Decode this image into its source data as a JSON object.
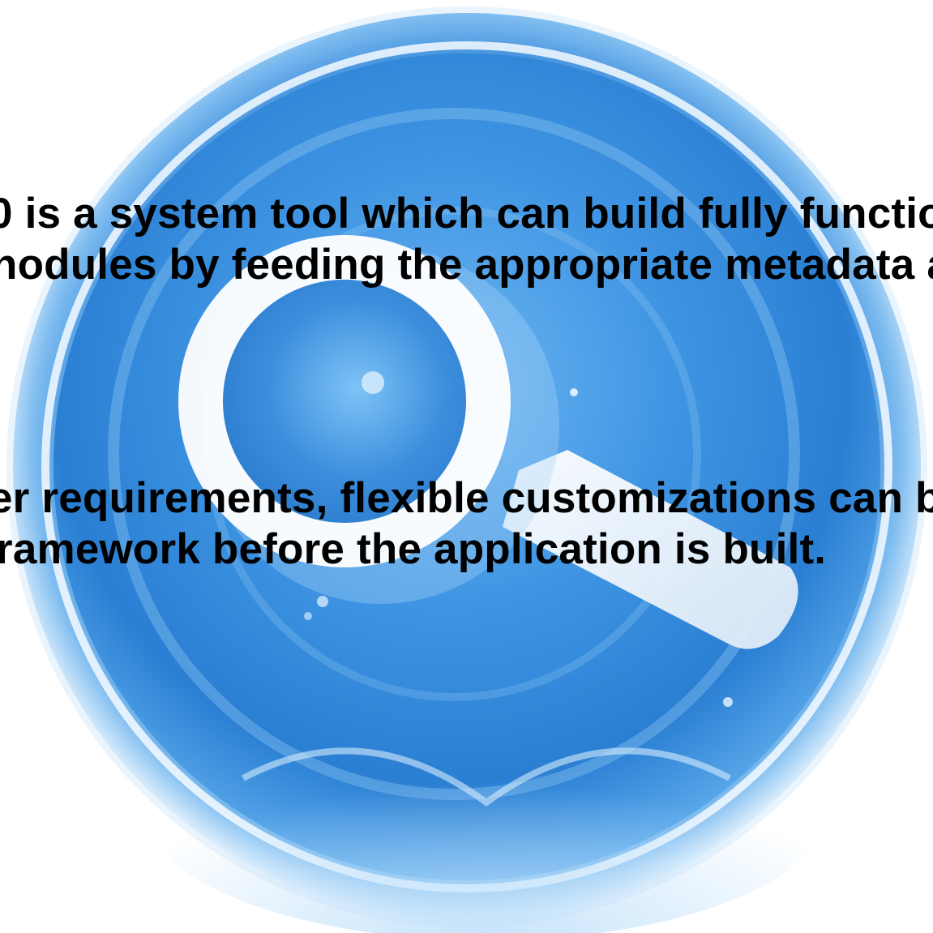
{
  "icon": {
    "name": "magnifier-icon",
    "colors": {
      "blue": "#3d8fde",
      "light": "#cfe8fb",
      "white": "#ffffff"
    }
  },
  "text": {
    "line1": "0 is a system tool which can build fully functio",
    "line2": "nodules by feeding the appropriate metadata a",
    "line3": "er requirements, flexible customizations can b",
    "line4": "ramework before the application is built."
  }
}
